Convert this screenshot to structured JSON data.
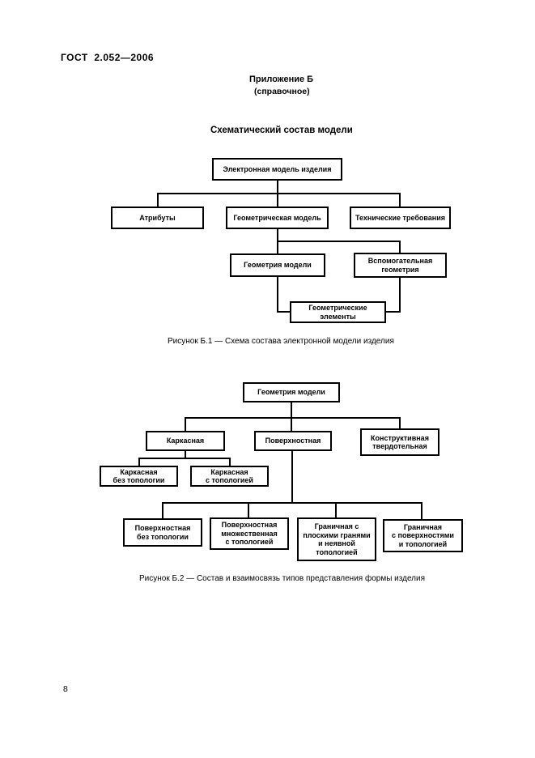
{
  "page": {
    "standard_code": "ГОСТ  2.052—2006",
    "appendix_title": "Приложение Б",
    "appendix_subtitle": "(справочное)",
    "section_title": "Схематический состав модели",
    "page_number": "8"
  },
  "figure1": {
    "caption": "Рисунок Б.1 — Схема состава электронной модели изделия",
    "nodes": {
      "root": "Электронная модель изделия",
      "attributes": "Атрибуты",
      "geometric_model": "Геометрическая модель",
      "technical_requirements": "Технические требования",
      "model_geometry": "Геометрия модели",
      "auxiliary_geometry": "Вспомогательная\nгеометрия",
      "geometric_elements": "Геометрические\nэлементы"
    }
  },
  "figure2": {
    "caption": "Рисунок Б.2 — Состав и взаимосвязь типов представления формы изделия",
    "nodes": {
      "root": "Геометрия модели",
      "wireframe": "Каркасная",
      "surface": "Поверхностная",
      "constructive_solid": "Конструктивная\nтвердотельная",
      "wireframe_no_topology": "Каркасная\nбез топологии",
      "wireframe_with_topology": "Каркасная\nс топологией",
      "surface_no_topology": "Поверхностная\nбез топологии",
      "surface_multiple_topology": "Поверхностная\nмножественная\nс топологией",
      "boundary_flat_faces": "Граничная с\nплоскими гранями\nи неявной\nтопологией",
      "boundary_surfaces_topology": "Граничная\nс поверхностями\nи топологией"
    }
  }
}
